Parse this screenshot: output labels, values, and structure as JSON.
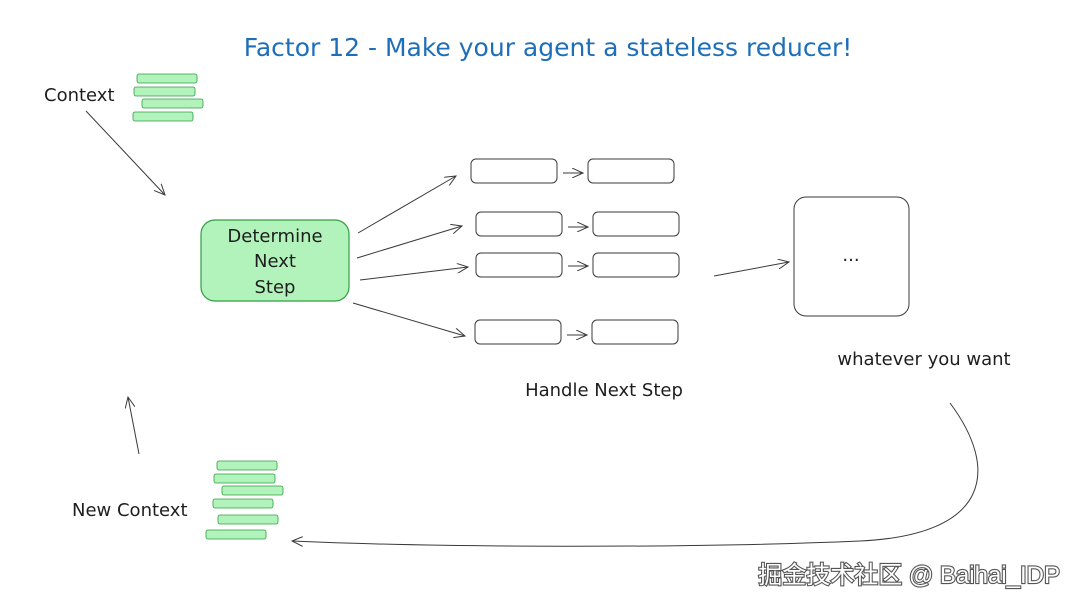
{
  "title": "Factor 12 - Make your agent a stateless reducer!",
  "labels": {
    "context": "Context",
    "new_context": "New Context",
    "handle_next_step": "Handle Next Step",
    "whatever_you_want": "whatever you want"
  },
  "determine_box": {
    "lines": [
      "Determine",
      "Next",
      "Step"
    ]
  },
  "result_box": {
    "text": "..."
  },
  "watermark": "掘金技术社区 @ Baihai_IDP",
  "colors": {
    "title": "#1f6fb8",
    "green_fill": "#b2f2bb",
    "green_stroke": "#2f9e44",
    "text": "#1e1e1e"
  }
}
